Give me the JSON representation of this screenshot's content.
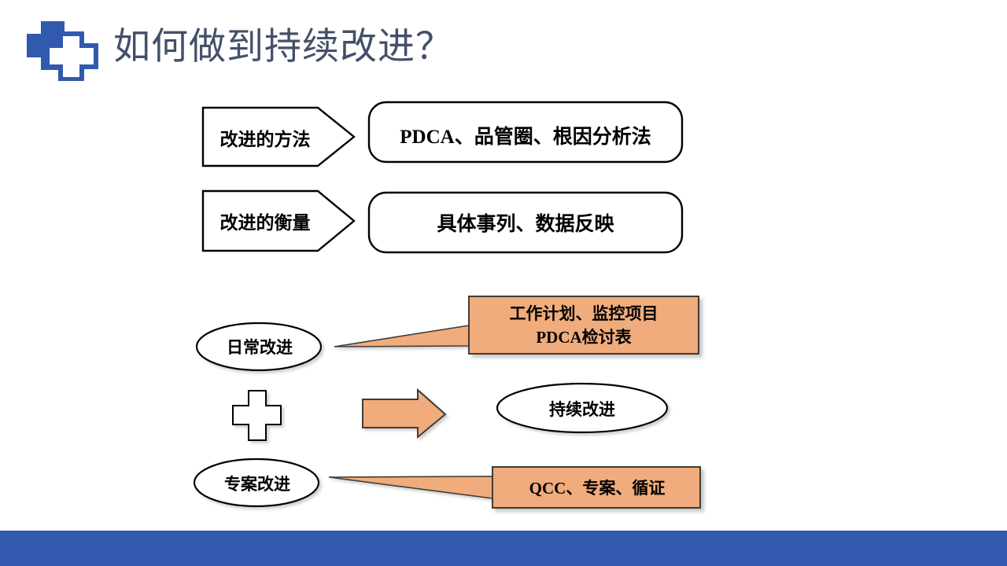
{
  "slide": {
    "title": "如何做到持续改进？",
    "title_color": "#44506A",
    "icon_name": "double-cross-icon",
    "background_color": "#FFFFFF",
    "footer_color": "#3159AD"
  },
  "rows": [
    {
      "arrow_label": "改进的方法",
      "box_label": "PDCA、品管圈、根因分析法"
    },
    {
      "arrow_label": "改进的衡量",
      "box_label": "具体事列、数据反映"
    }
  ],
  "diagram": {
    "ellipse_daily": "日常改进",
    "ellipse_project": "专案改进",
    "ellipse_result": "持续改进",
    "callout_daily_line1": "工作计划、监控项目",
    "callout_daily_line2": "PDCA检讨表",
    "callout_project": "QCC、专案、循证",
    "callout_fill": "#F0AC7C",
    "callout_stroke": "#3F3A38",
    "arrow_fill": "#F0AC7C",
    "cross_fill": "#FFFFFF",
    "cross_stroke": "#000000",
    "shape_stroke": "#000000"
  }
}
